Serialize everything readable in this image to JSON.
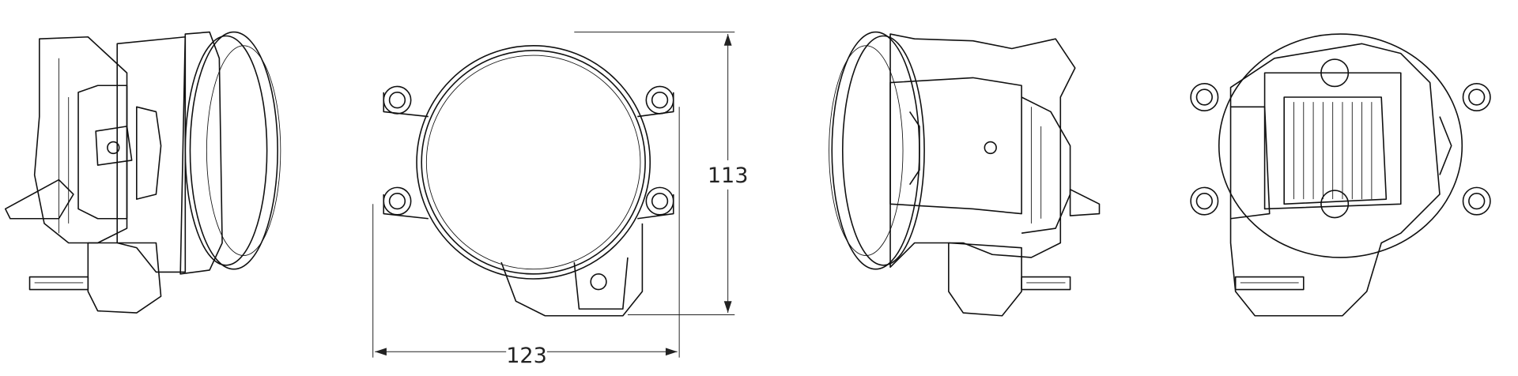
{
  "drawing": {
    "views": [
      "side-left",
      "front",
      "side-right",
      "rear"
    ],
    "dimensions": {
      "height": "113",
      "width": "123"
    },
    "line_color": "#111111"
  }
}
